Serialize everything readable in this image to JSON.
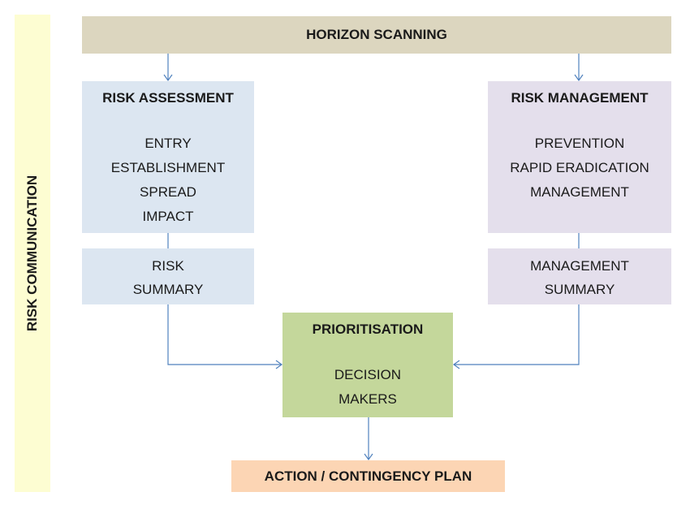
{
  "side": {
    "label": "RISK COMMUNICATION"
  },
  "horizon": {
    "label": "HORIZON SCANNING"
  },
  "risk_assessment": {
    "title": "RISK ASSESSMENT",
    "items": [
      "ENTRY",
      "ESTABLISHMENT",
      "SPREAD",
      "IMPACT"
    ]
  },
  "risk_summary": {
    "lines": [
      "RISK",
      "SUMMARY"
    ]
  },
  "risk_management": {
    "title": "RISK MANAGEMENT",
    "items": [
      "PREVENTION",
      "RAPID ERADICATION",
      "MANAGEMENT"
    ]
  },
  "management_summary": {
    "lines": [
      "MANAGEMENT",
      "SUMMARY"
    ]
  },
  "prioritisation": {
    "title": "PRIORITISATION",
    "items": [
      "DECISION",
      "MAKERS"
    ]
  },
  "action": {
    "label": "ACTION / CONTINGENCY PLAN"
  },
  "colors": {
    "side": "#fdfdd2",
    "horizon": "#dcd6bf",
    "assessment": "#dce6f1",
    "management": "#e4dfec",
    "prioritisation": "#c4d79b",
    "action": "#fcd5b4",
    "connector": "#4f81bd"
  }
}
